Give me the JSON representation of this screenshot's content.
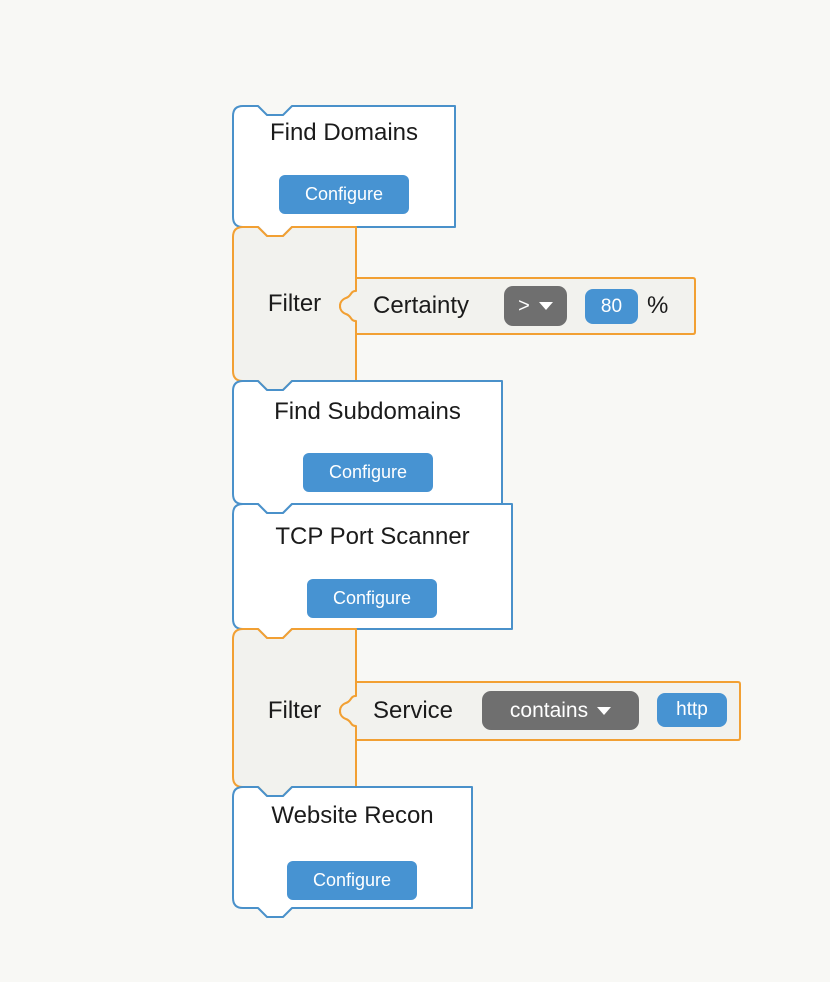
{
  "workflow": {
    "blocks": [
      {
        "type": "tool",
        "title": "Find Domains",
        "button_label": "Configure"
      },
      {
        "type": "filter",
        "label": "Filter",
        "condition": {
          "field": "Certainty",
          "operator": ">",
          "value": "80",
          "unit": "%"
        }
      },
      {
        "type": "tool",
        "title": "Find Subdomains",
        "button_label": "Configure"
      },
      {
        "type": "tool",
        "title": "TCP Port Scanner",
        "button_label": "Configure"
      },
      {
        "type": "filter",
        "label": "Filter",
        "condition": {
          "field": "Service",
          "operator": "contains",
          "value": "http",
          "unit": ""
        }
      },
      {
        "type": "tool",
        "title": "Website Recon",
        "button_label": "Configure"
      }
    ]
  },
  "icons": {
    "dropdown_caret": "chevron-down-icon"
  },
  "colors": {
    "bg": "#f8f8f5",
    "blue-border": "#4a91ca",
    "orange-border": "#f2a033",
    "white-fill": "#ffffff",
    "gray-fill": "#f2f2ee",
    "button-blue": "#4793d2",
    "pill-blue": "#4793d2",
    "dropdown-gray": "#6f6f6f",
    "text-dark": "#1b1b1b"
  }
}
